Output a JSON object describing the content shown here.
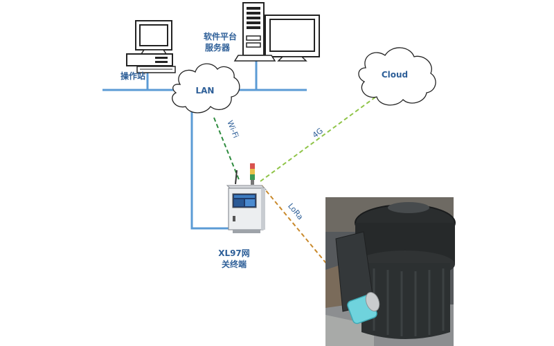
{
  "nodes": {
    "operator_station": "操作站",
    "platform_server_line1": "软件平台",
    "platform_server_line2": "服务器",
    "lan": "LAN",
    "cloud": "Cloud",
    "gateway_line1": "XL97网",
    "gateway_line2": "关终端"
  },
  "links": {
    "wifi": "Wi-Fi",
    "g4": "4G",
    "lora": "LoRa"
  },
  "colors": {
    "wired": "#5b9bd5",
    "label": "#2e5f98",
    "wifi": "#2e8b3e",
    "g4": "#8fc448",
    "lora": "#c9892b"
  }
}
